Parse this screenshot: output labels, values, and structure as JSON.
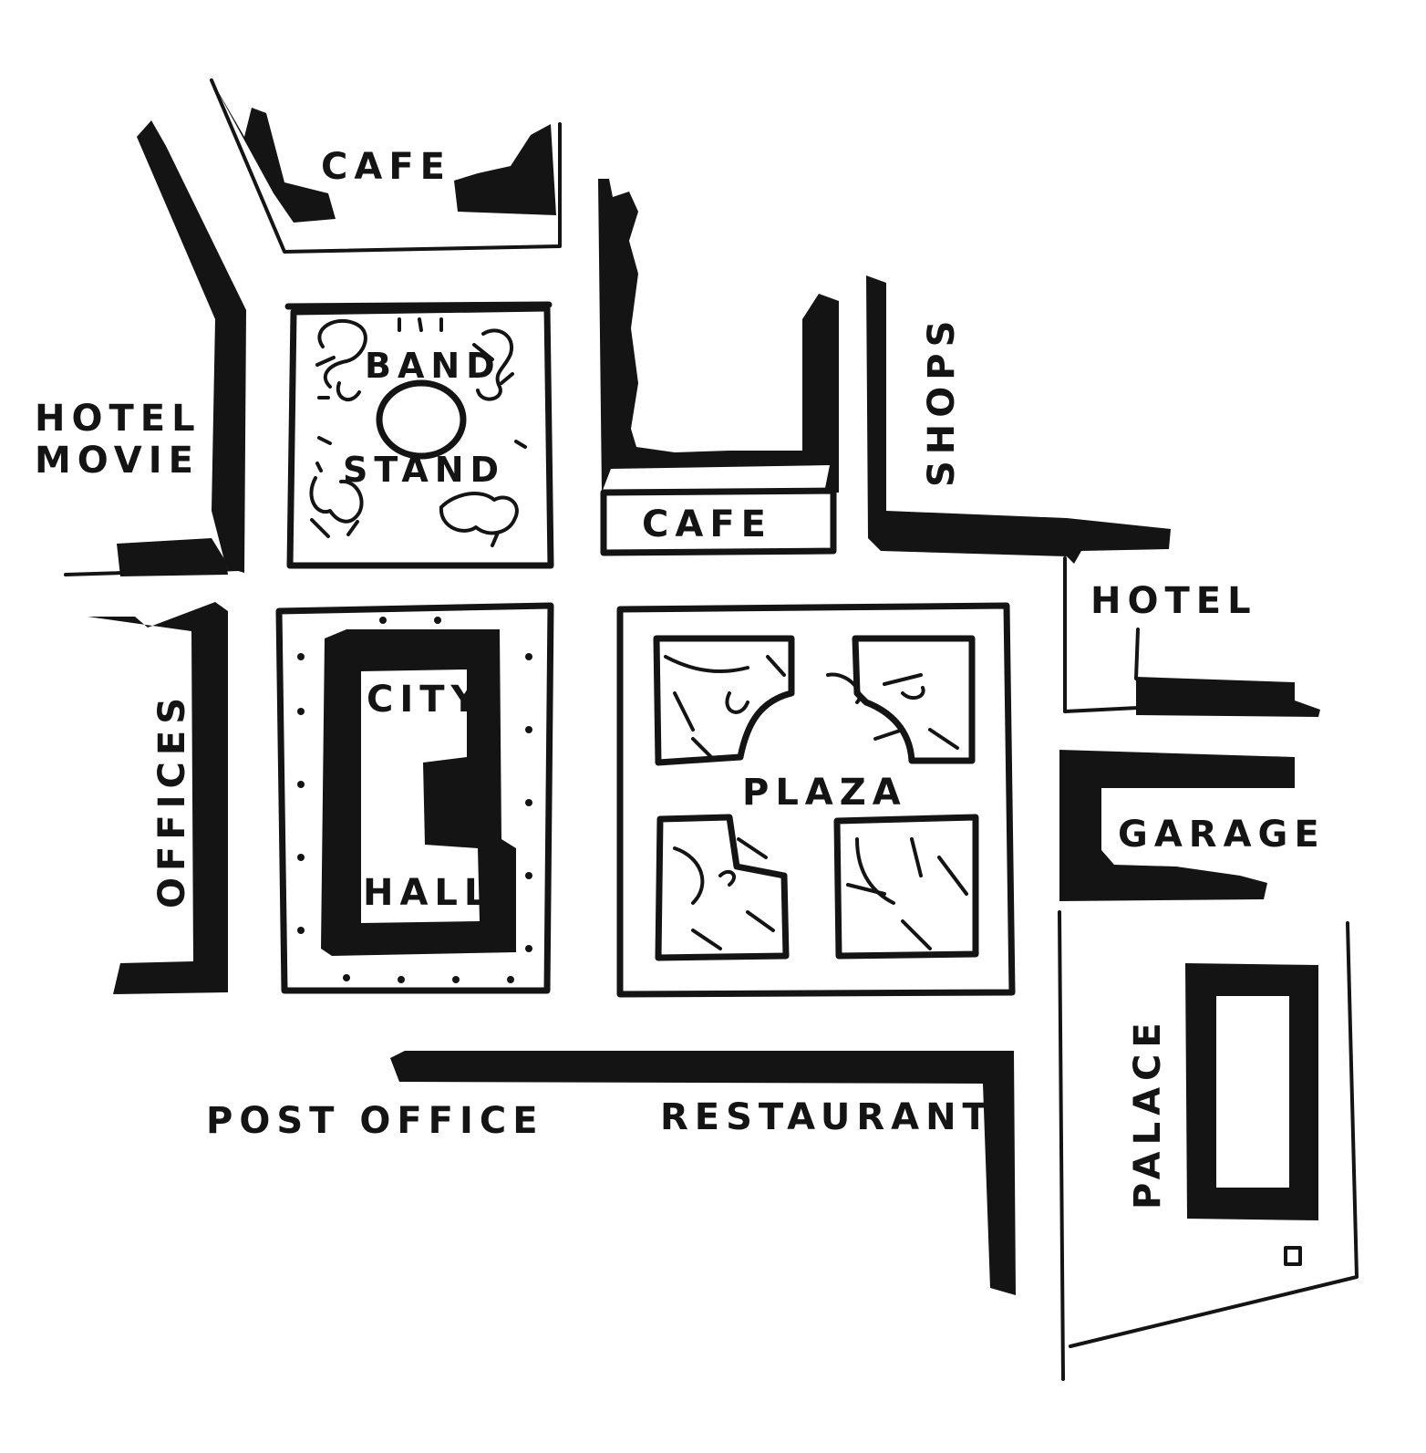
{
  "map": {
    "labels": {
      "cafe_north": "CAFE",
      "hotel_west": "HOTEL",
      "movie": "MOVIE",
      "band": "BAND",
      "stand": "STAND",
      "cafe_center": "CAFE",
      "shops": "SHOPS",
      "hotel_east": "HOTEL",
      "offices": "OFFICES",
      "city": "CITY",
      "hall": "HALL",
      "plaza": "PLAZA",
      "garage": "GARAGE",
      "palace": "PALACE",
      "post_office": "POST OFFICE",
      "restaurant": "RESTAURANT"
    },
    "colors": {
      "ink": "#141414",
      "paper": "#ffffff"
    }
  }
}
